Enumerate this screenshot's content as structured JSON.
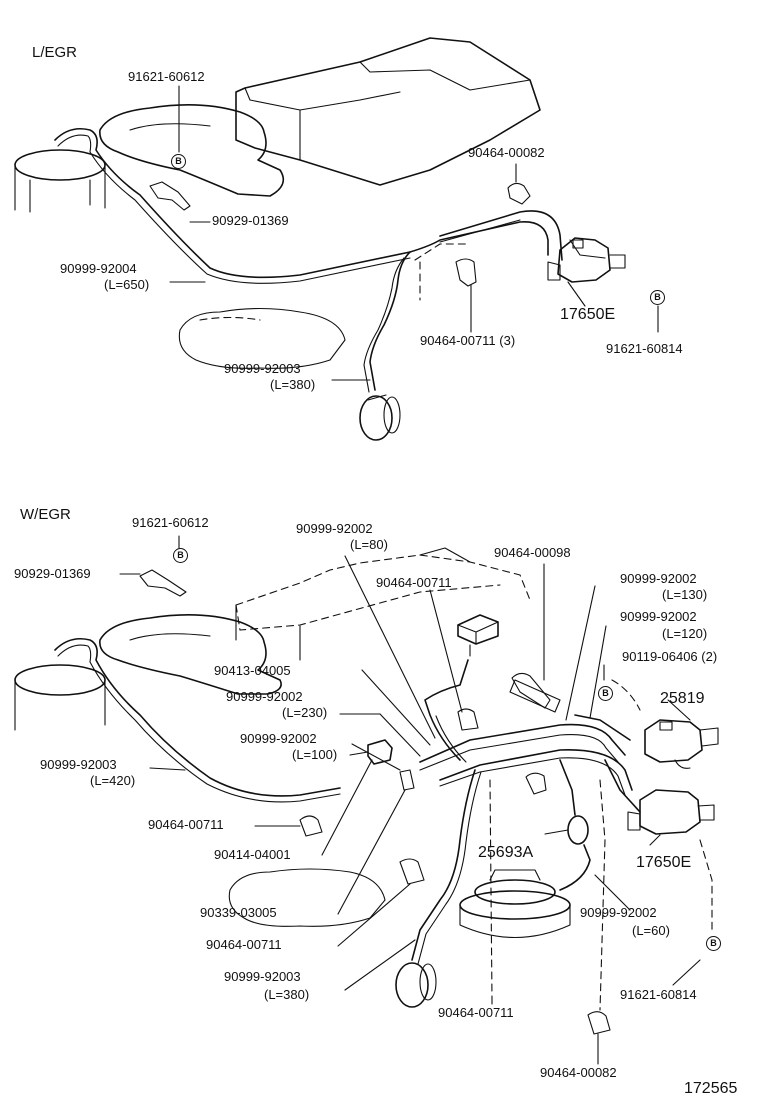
{
  "sections": {
    "top_title": "L/EGR",
    "bottom_title": "W/EGR"
  },
  "top": {
    "p_91621_60612": "91621-60612",
    "p_90929_01369": "90929-01369",
    "p_90999_92004": "90999-92004",
    "p_90999_92004_len": "(L=650)",
    "p_90464_00082": "90464-00082",
    "p_17650E": "17650E",
    "p_91621_60814": "91621-60814",
    "p_90464_00711": "90464-00711 (3)",
    "p_90999_92003": "90999-92003",
    "p_90999_92003_len": "(L=380)"
  },
  "bottom": {
    "p_91621_60612": "91621-60612",
    "p_90929_01369": "90929-01369",
    "p_90999_92002_a": "90999-92002",
    "p_90999_92002_a_len": "(L=80)",
    "p_90464_00711_a": "90464-00711",
    "p_90464_00098": "90464-00098",
    "p_90999_92002_b": "90999-92002",
    "p_90999_92002_b_len": "(L=130)",
    "p_90999_92002_c": "90999-92002",
    "p_90999_92002_c_len": "(L=120)",
    "p_90119_06406": "90119-06406 (2)",
    "p_25819": "25819",
    "p_90413_04005": "90413-04005",
    "p_90999_92002_d": "90999-92002",
    "p_90999_92002_d_len": "(L=230)",
    "p_90999_92002_e": "90999-92002",
    "p_90999_92002_e_len": "(L=100)",
    "p_90999_92003_a": "90999-92003",
    "p_90999_92003_a_len": "(L=420)",
    "p_90464_00711_b": "90464-00711",
    "p_90414_04001": "90414-04001",
    "p_25693A": "25693A",
    "p_17650E": "17650E",
    "p_90339_03005": "90339-03005",
    "p_90464_00711_c": "90464-00711",
    "p_90999_92002_f": "90999-92002",
    "p_90999_92002_f_len": "(L=60)",
    "p_90999_92003_b": "90999-92003",
    "p_90999_92003_b_len": "(L=380)",
    "p_90464_00711_d": "90464-00711",
    "p_91621_60814": "91621-60814",
    "p_90464_00082": "90464-00082"
  },
  "bolt_marker": "B",
  "figure_number": "172565"
}
